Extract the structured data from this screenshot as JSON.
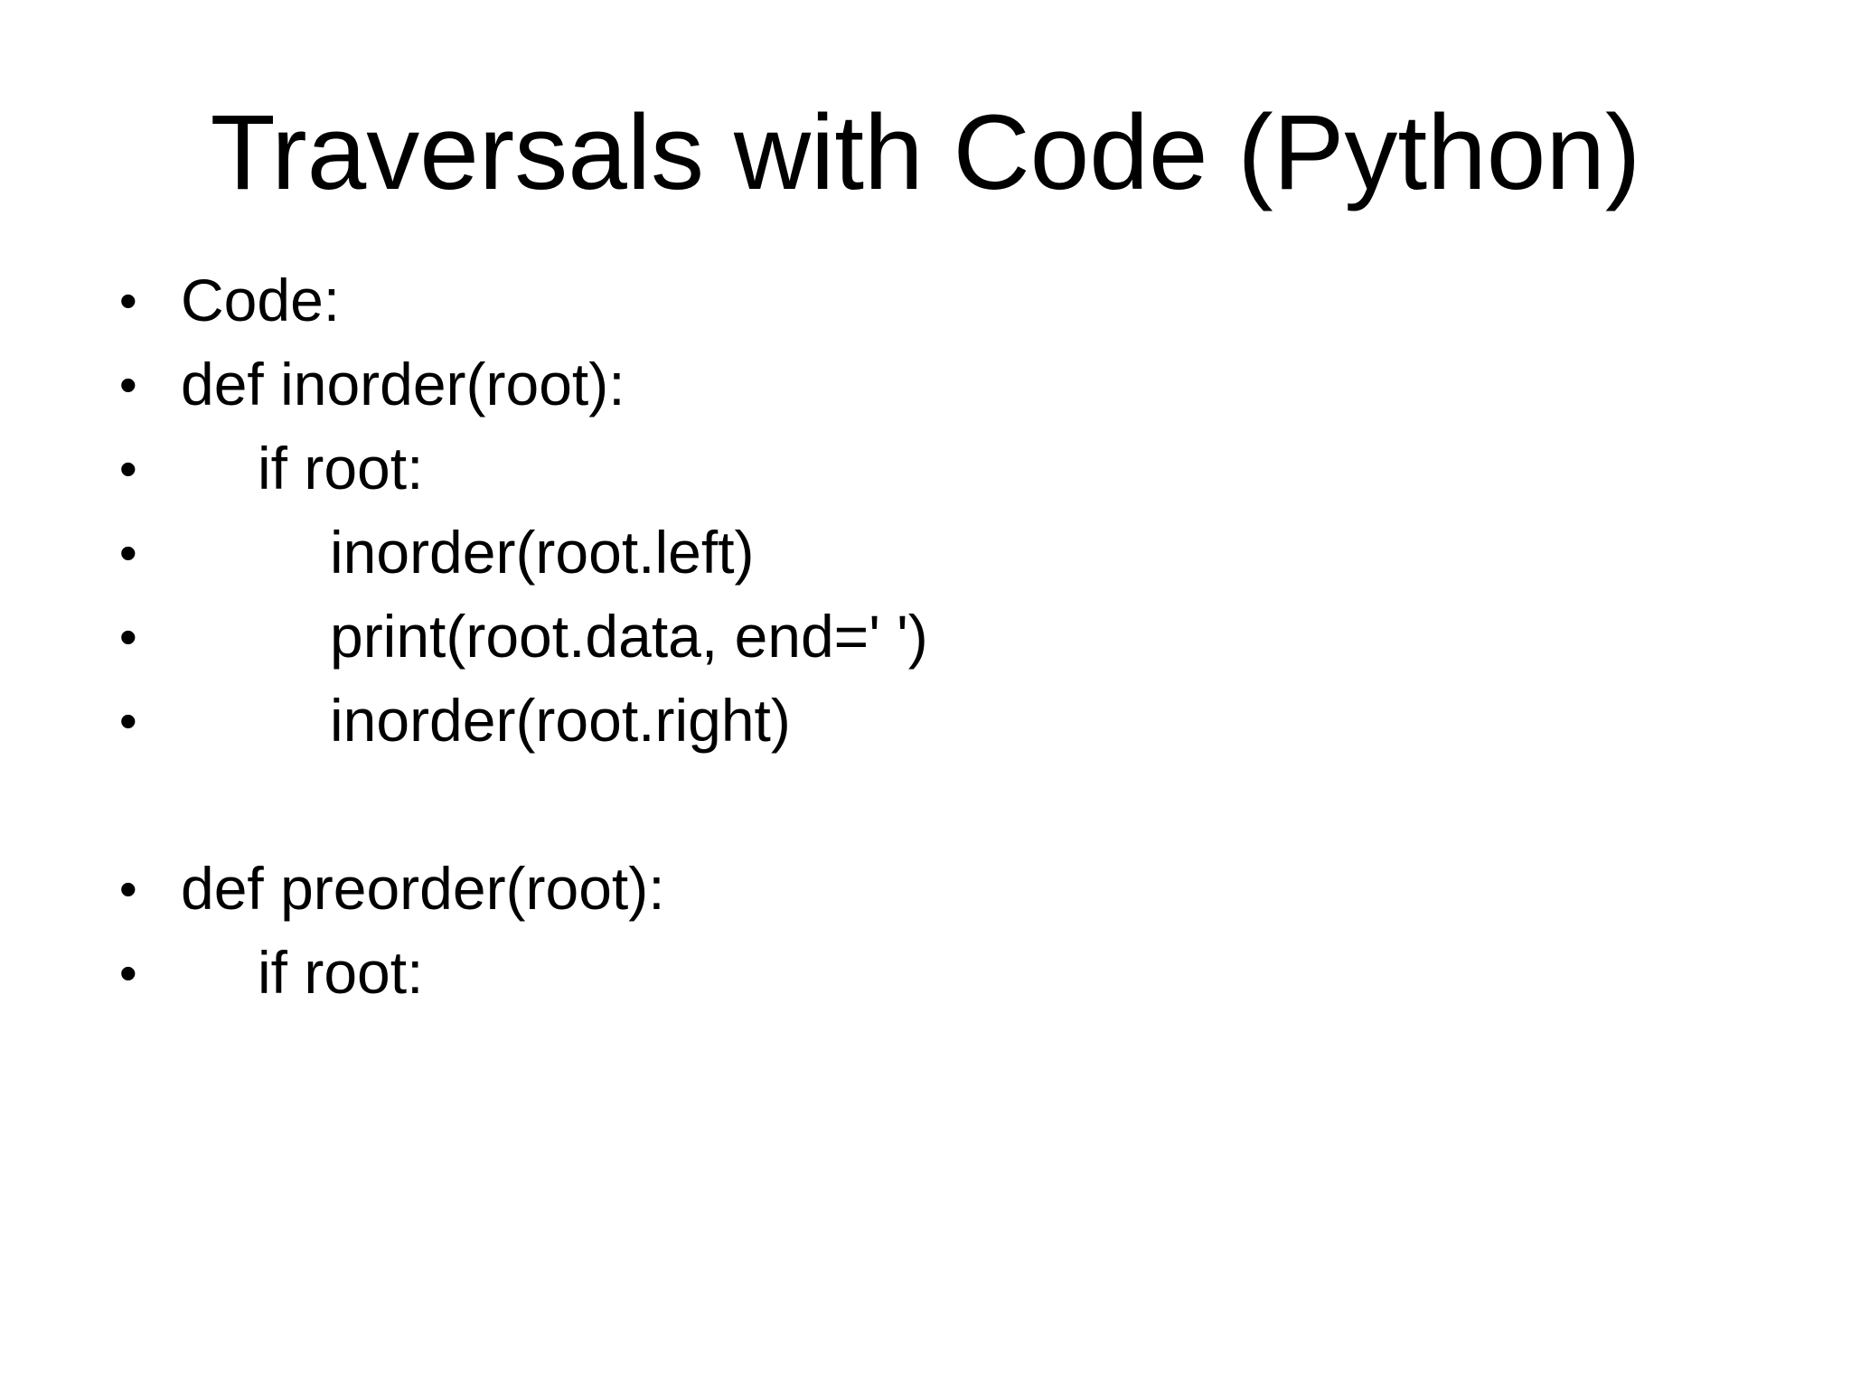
{
  "slide": {
    "title": "Traversals with Code (Python)",
    "bullet_glyph": "•",
    "background_color": "#ffffff",
    "text_color": "#000000",
    "lines": [
      {
        "text": "Code:",
        "indent": 0,
        "bulleted": true
      },
      {
        "text": "def inorder(root):",
        "indent": 0,
        "bulleted": true
      },
      {
        "text": "if root:",
        "indent": 1,
        "bulleted": true
      },
      {
        "text": "inorder(root.left)",
        "indent": 2,
        "bulleted": true
      },
      {
        "text": "print(root.data, end=' ')",
        "indent": 2,
        "bulleted": true
      },
      {
        "text": "inorder(root.right)",
        "indent": 2,
        "bulleted": true
      },
      {
        "text": "",
        "indent": 0,
        "bulleted": false
      },
      {
        "text": "def preorder(root):",
        "indent": 0,
        "bulleted": true
      },
      {
        "text": "if root:",
        "indent": 1,
        "bulleted": true
      }
    ]
  }
}
